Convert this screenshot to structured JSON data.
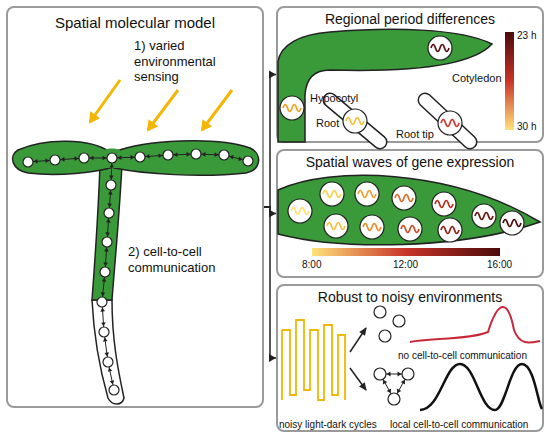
{
  "diagram": {
    "nodes": [
      {
        "text": [
          "Spatial molecular model",
          "1) varied environmental sensing",
          "2) cell-to-cell communication"
        ]
      },
      {
        "text": [
          "Regional period differences"
        ]
      },
      {
        "text": [
          "Spatial waves of gene expression"
        ]
      },
      {
        "text": [
          "Robust to noisy environments"
        ]
      }
    ],
    "edges": [
      {
        "from": 0,
        "to": 1,
        "arrow": "to"
      },
      {
        "from": 0,
        "to": 2,
        "arrow": "to"
      },
      {
        "from": 0,
        "to": 3,
        "arrow": "to"
      }
    ],
    "labels": [
      "Cotyledon",
      "Hypocotyl",
      "Root",
      "Root tip",
      "23 h",
      "30 h",
      "8:00",
      "12:00",
      "16:00",
      "noisy light-dark cycles",
      "no cell-to-cell communication",
      "local cell-to-cell communication"
    ]
  }
}
